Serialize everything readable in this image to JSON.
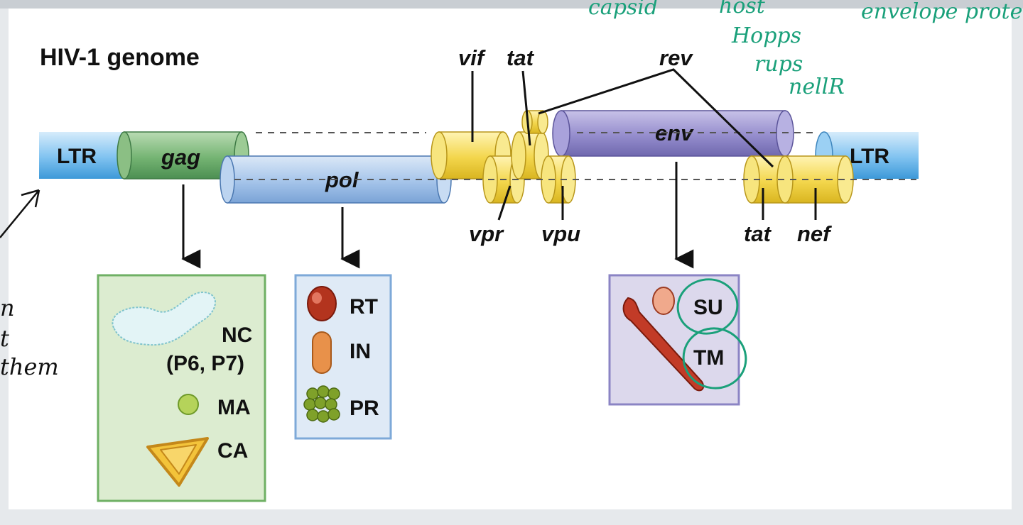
{
  "title": "HIV-1 genome",
  "genome": {
    "ltr_left": "LTR",
    "ltr_right": "LTR",
    "gag": "gag",
    "pol": "pol",
    "env": "env",
    "vif": "vif",
    "tat_top": "tat",
    "rev": "rev",
    "vpr": "vpr",
    "vpu": "vpu",
    "tat_bottom": "tat",
    "nef": "nef"
  },
  "gag_products": {
    "nc_line1": "NC",
    "nc_line2": "(P6, P7)",
    "ma": "MA",
    "ca": "CA"
  },
  "pol_products": {
    "rt": "RT",
    "in": "IN",
    "pr": "PR"
  },
  "env_products": {
    "su": "SU",
    "tm": "TM"
  },
  "handwritten": {
    "top_1": "capsid",
    "top_2": "host",
    "note_1": "Hopps",
    "note_2": "rups",
    "note_3": "nellR",
    "top_right": "envelope proteins",
    "left_1": "n",
    "left_2": "t",
    "left_3": "them"
  },
  "colors": {
    "ltr": "#5eb3ec",
    "gag": "#6aad6e",
    "pol": "#8fb6e3",
    "env": "#8e86c8",
    "accessory": "#f0d54a",
    "gag_box": "#dcecd0",
    "pol_box": "#dfeaf6",
    "env_box": "#dcd8ec",
    "handwriting": "#1aa07a"
  }
}
